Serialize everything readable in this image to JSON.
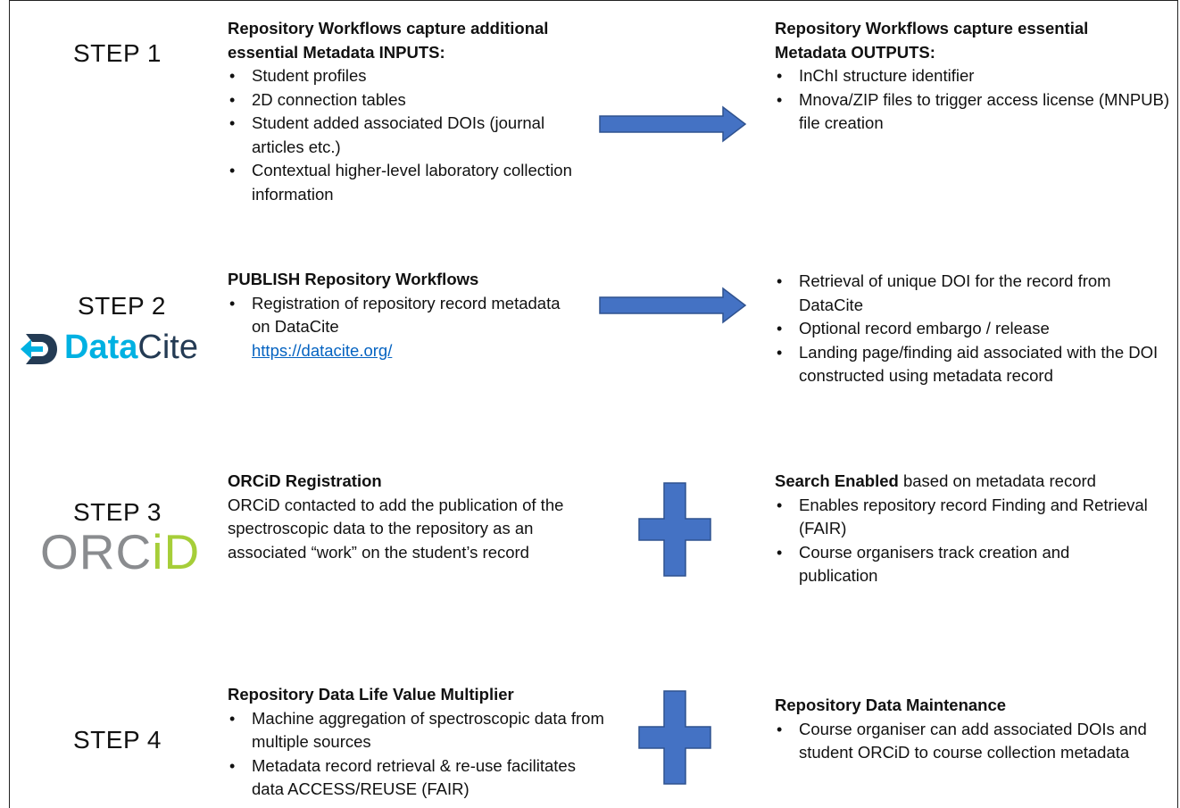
{
  "steps": [
    {
      "label": "STEP 1",
      "left": {
        "title_lines": [
          "Repository Workflows capture additional",
          "essential Metadata INPUTS:"
        ],
        "items": [
          "Student profiles",
          "2D connection tables",
          "Student added associated DOIs (journal articles etc.)",
          "Contextual higher-level laboratory collection information"
        ]
      },
      "connector": "arrow",
      "right": {
        "title_lines": [
          "Repository Workflows capture essential",
          "Metadata OUTPUTS:"
        ],
        "items": [
          "InChI structure identifier",
          "Mnova/ZIP files to trigger access license (MNPUB) file creation"
        ]
      }
    },
    {
      "label": "STEP 2",
      "logo": {
        "name": "DataCite",
        "part1": "Data",
        "part2": "Cite",
        "color": "#00b1e2",
        "dark": "#243b54"
      },
      "left": {
        "title": "PUBLISH Repository Workflows",
        "items": [
          "Registration of repository record metadata on DataCite"
        ],
        "link": "https://datacite.org/"
      },
      "connector": "arrow",
      "right": {
        "items": [
          "Retrieval of unique DOI for the record from DataCite",
          "Optional record embargo / release",
          "Landing page/finding aid associated with the DOI constructed using metadata record"
        ]
      }
    },
    {
      "label": "STEP 3",
      "logo": {
        "name": "ORCID",
        "part1": "ORC",
        "part2": "iD",
        "color": "#a6ce39",
        "gray": "#8a8c8f"
      },
      "left": {
        "title": "ORCiD Registration",
        "text": "ORCiD contacted to add the publication of the spectroscopic data to the repository as an associated “work” on the student’s record"
      },
      "connector": "plus",
      "right": {
        "title_bold": "Search Enabled",
        "title_rest": " based on metadata record",
        "items": [
          "Enables repository record Finding and Retrieval (FAIR)",
          "Course organisers track creation and publication"
        ]
      }
    },
    {
      "label": "STEP 4",
      "left": {
        "title": "Repository Data Life Value Multiplier",
        "items": [
          "Machine aggregation of spectroscopic data from multiple sources",
          "Metadata record retrieval & re-use facilitates data ACCESS/REUSE (FAIR)"
        ]
      },
      "connector": "plus",
      "right": {
        "title": "Repository Data Maintenance",
        "items": [
          "Course organiser can add associated DOIs and student ORCiD to course collection metadata"
        ]
      }
    }
  ],
  "colors": {
    "connector_fill": "#4472c4",
    "connector_stroke": "#2f528f",
    "link": "#0563c1"
  }
}
